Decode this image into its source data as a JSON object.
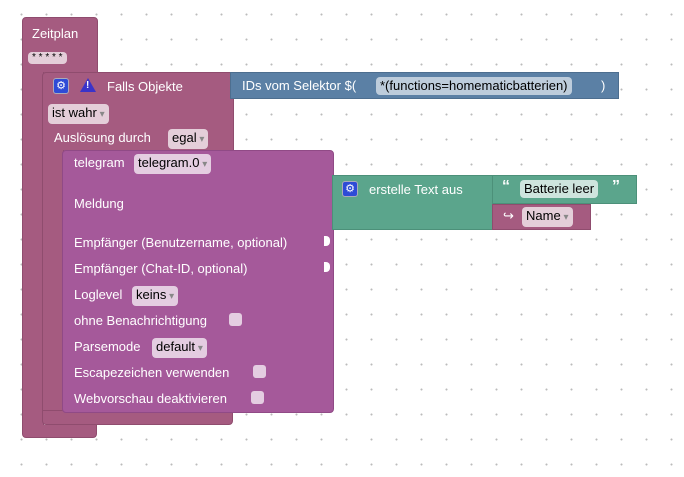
{
  "schedule": {
    "title": "Zeitplan",
    "cron": "* * * * *"
  },
  "trigger": {
    "title": "Falls Objekte",
    "condition": "ist wahr",
    "cause_label": "Auslösung durch",
    "cause_value": "egal"
  },
  "selector": {
    "label": "IDs vom Selektor $(",
    "value": "*(functions=homematicbatterien)",
    "close": ")"
  },
  "telegram": {
    "label": "telegram",
    "instance": "telegram.0",
    "message_label": "Meldung",
    "recipient_user": "Empfänger (Benutzername, optional)",
    "recipient_chat": "Empfänger (Chat-ID, optional)",
    "loglevel_label": "Loglevel",
    "loglevel_value": "keins",
    "silent_label": "ohne Benachrichtigung",
    "parsemode_label": "Parsemode",
    "parsemode_value": "default",
    "escape_label": "Escapezeichen verwenden",
    "preview_label": "Webvorschau deaktivieren"
  },
  "text_join": {
    "label": "erstelle Text aus",
    "text_value": "Batterie leer",
    "open_quote": "“",
    "close_quote": "”",
    "var_value": "Name",
    "var_arrow": "↪"
  }
}
